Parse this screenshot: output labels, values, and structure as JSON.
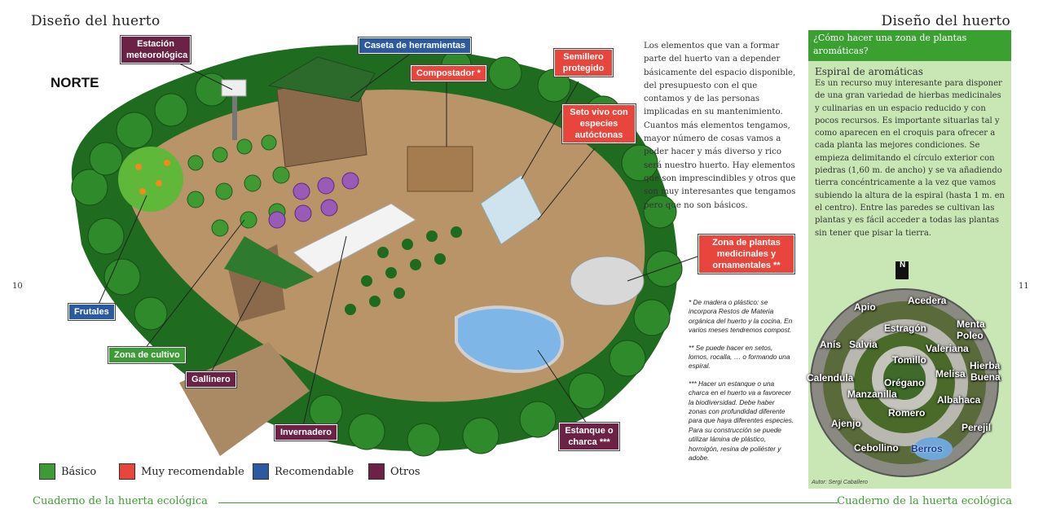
{
  "header": {
    "left_title": "Diseño del huerto",
    "right_title": "Diseño del huerto"
  },
  "page_numbers": {
    "left": "10",
    "right": "11"
  },
  "map": {
    "north": "NORTE",
    "labels": {
      "estacion": "Estación meteorológica",
      "caseta": "Caseta de herramientas",
      "compostador": "Compostador *",
      "semillero": "Semillero protegido",
      "seto": "Seto vivo con especies autóctonas",
      "zona_plantas": "Zona de plantas medicinales y ornamentales **",
      "frutales": "Frutales",
      "zona_cultivo": "Zona de cultivo",
      "gallinero": "Gallinero",
      "invernadero": "Invernadero",
      "estanque": "Estanque o charca ***"
    }
  },
  "intro_text": "Los elementos que van a formar parte del huerto van a depender básicamente del espacio disponible, del presupuesto con el que contamos y de las personas implicadas en su mantenimiento. Cuantos más elementos tengamos, mayor número de cosas vamos a poder hacer y más diverso y rico será nuestro huerto. Hay elementos que son imprescindibles y otros que son muy interesantes que tengamos pero que no son básicos.",
  "notes": [
    "* De madera o plástico: se incorpora Restos de Materia orgánica del huerto y la cocina. En varios meses tendremos compost.",
    "** Se puede hacer en setos, lomos, rocalla, … o formando una espiral.",
    "*** Hacer un estanque o una charca en el huerto va a favorecer la biodiversidad. Debe haber zonas con profundidad diferente para que haya diferentes especies. Para su construcción se puede utilizar lámina de plástico, hormigón, resina de poliéster y adobe."
  ],
  "legend": [
    {
      "label": "Básico",
      "color": "#3d9b35"
    },
    {
      "label": "Muy recomendable",
      "color": "#e8453c"
    },
    {
      "label": "Recomendable",
      "color": "#2b5aa0"
    },
    {
      "label": "Otros",
      "color": "#6b2244"
    }
  ],
  "panel": {
    "heading": "¿Cómo hacer una zona de plantas aromáticas?",
    "subheading": "Espiral de aromáticas",
    "body": "Es un recurso muy interesante para disponer de una gran variedad de hierbas medicinales y culinarias en un espacio reducido y con pocos recursos. Es importante situarlas tal y como aparecen en el croquis para ofrecer a cada planta las mejores condiciones. Se empieza delimitando el círculo exterior con piedras (1,60 m. de ancho) y se va añadiendo tierra concéntricamente a la vez que vamos subiendo la altura de la espiral (hasta 1 m. en el centro). Entre las paredes se cultivan las plantas y es fácil acceder a todas las plantas sin tener que pisar la tierra.",
    "compass": "N",
    "credit": "Autor: Sergi Caballero",
    "herbs": {
      "acedera": "Acedera",
      "apio": "Apio",
      "menta": "Menta",
      "poleo": "Poleo",
      "estragon": "Estragón",
      "anis": "Anís",
      "salvia": "Salvia",
      "valeriana": "Valeriana",
      "tomillo": "Tomillo",
      "hierba": "Hierba",
      "buena": "Buena",
      "melisa": "Melisa",
      "calendula": "Calendula",
      "oregano": "Orégano",
      "manzanilla": "Manzanilla",
      "albahaca": "Albahaca",
      "romero": "Romero",
      "ajenjo": "Ajenjo",
      "perejil": "Perejil",
      "cebollino": "Cebollino",
      "berros": "Berros"
    }
  },
  "footer": {
    "left": "Cuaderno de la huerta ecológica",
    "right": "Cuaderno de la huerta ecológica"
  }
}
